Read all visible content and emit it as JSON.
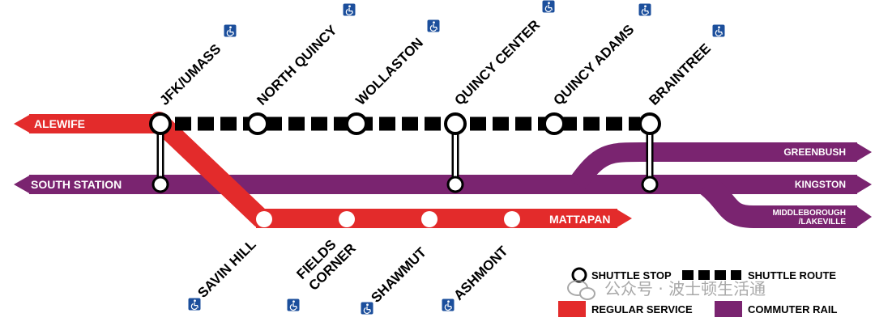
{
  "colors": {
    "red_line": "#e32b2b",
    "commuter_rail": "#7a2470",
    "shuttle": "#000000",
    "accessible_badge": "#1c4f9c",
    "background": "#ffffff"
  },
  "lines": {
    "red_terminal": "ALEWIFE",
    "commuter_terminal": "SOUTH STATION",
    "mattapan": "MATTAPAN",
    "branches": [
      "GREENBUSH",
      "KINGSTON",
      "MIDDLEBOROUGH",
      "/LAKEVILLE"
    ]
  },
  "stations": {
    "shuttle": [
      "JFK/UMASS",
      "NORTH QUINCY",
      "WOLLASTON",
      "QUINCY CENTER",
      "QUINCY ADAMS",
      "BRAINTREE"
    ],
    "ashmont_branch": [
      "SAVIN HILL",
      "FIELDS",
      "CORNER",
      "SHAWMUT",
      "ASHMONT"
    ]
  },
  "legend": {
    "shuttle_stop": "SHUTTLE STOP",
    "shuttle_route": "SHUTTLE ROUTE",
    "regular_service": "REGULAR SERVICE",
    "commuter_rail": "COMMUTER RAIL"
  },
  "icons": {
    "accessible": "wheelchair-accessible-icon",
    "chat": "wechat-icon"
  },
  "watermark": "公众号 · 波士顿生活通"
}
